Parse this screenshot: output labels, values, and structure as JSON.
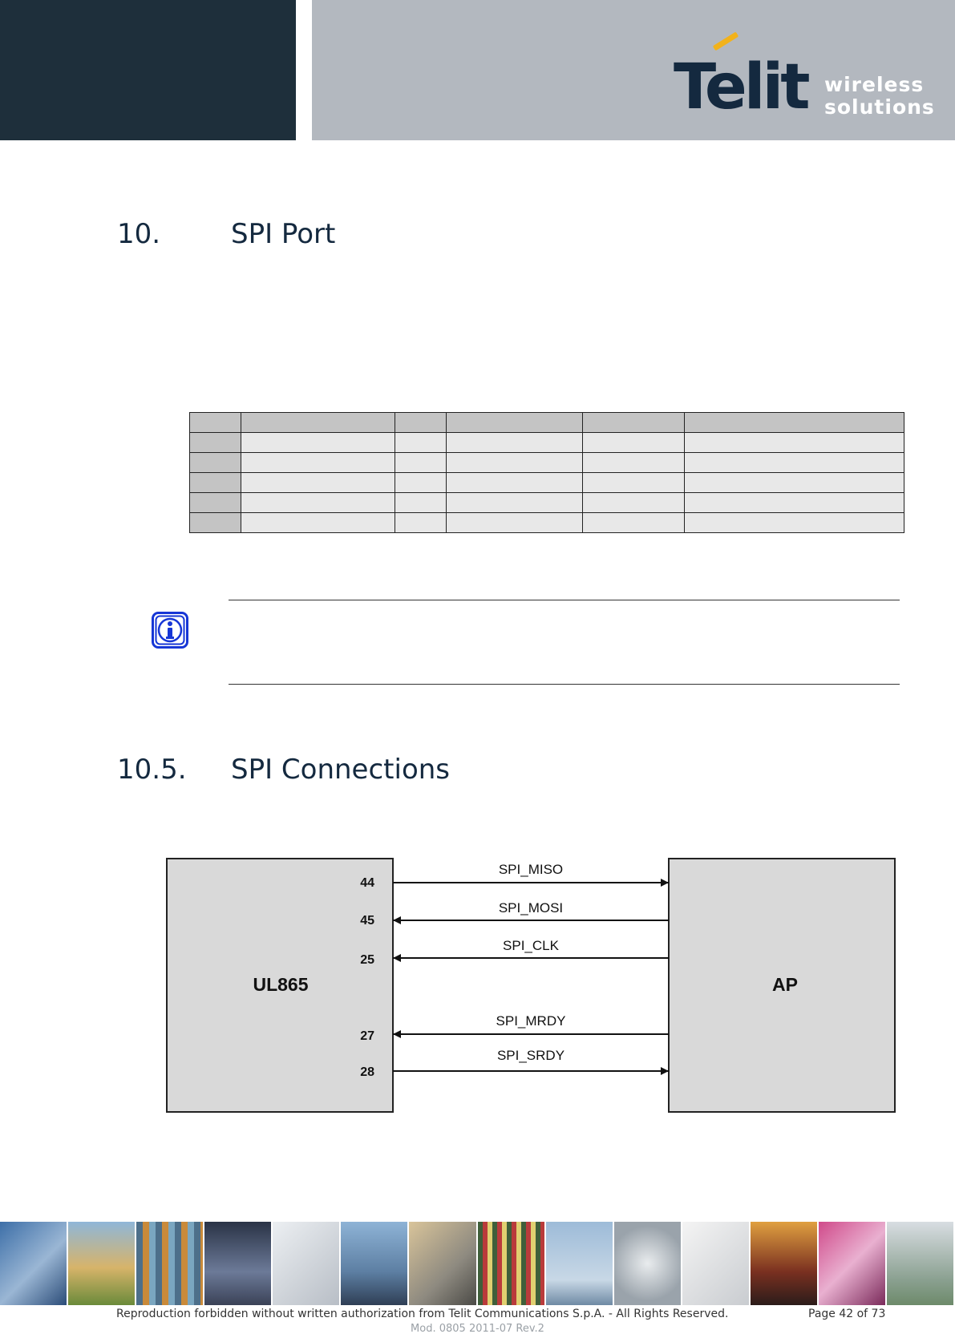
{
  "header": {
    "logo_text": "Telit",
    "logo_sub_1": "wireless",
    "logo_sub_2": "solutions"
  },
  "section": {
    "number": "10.",
    "title": "SPI Port"
  },
  "subsection": {
    "number": "10.5.",
    "title": "SPI Connections"
  },
  "diagram": {
    "left_block": "UL865",
    "right_block": "AP",
    "signals": [
      {
        "pin": "44",
        "name": "SPI_MISO",
        "direction": "to-AP"
      },
      {
        "pin": "45",
        "name": "SPI_MOSI",
        "direction": "to-UL865"
      },
      {
        "pin": "25",
        "name": "SPI_CLK",
        "direction": "to-UL865"
      },
      {
        "pin": "27",
        "name": "SPI_MRDY",
        "direction": "to-UL865"
      },
      {
        "pin": "28",
        "name": "SPI_SRDY",
        "direction": "to-AP"
      }
    ]
  },
  "footer": {
    "rights": "Reproduction forbidden without written authorization from Telit Communications S.p.A. - All Rights Reserved.",
    "page": "Page 42 of 73",
    "mod": "Mod. 0805 2011-07 Rev.2"
  },
  "colors": {
    "header_dark": "#1e2f3b",
    "header_light": "#b3b8bf",
    "heading": "#14293f",
    "info_icon": "#1636d6",
    "logo_accent": "#f2b21b"
  }
}
